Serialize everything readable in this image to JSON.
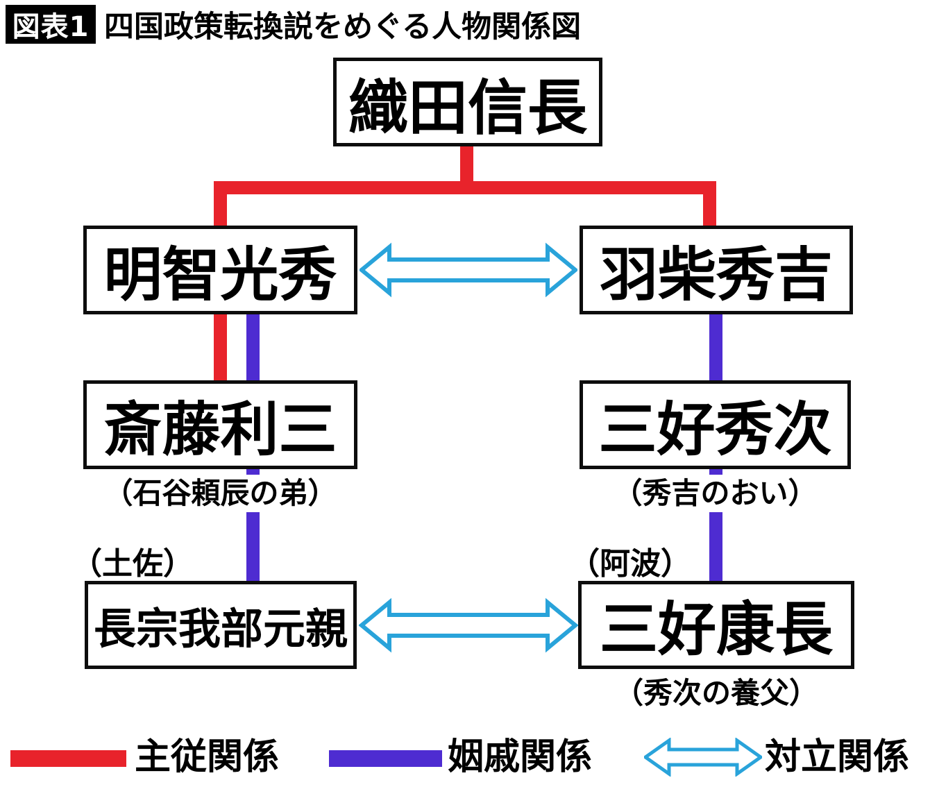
{
  "header": {
    "badge": "図表1",
    "title": "四国政策転換説をめぐる人物関係図"
  },
  "nodes": {
    "oda": {
      "label": "織田信長"
    },
    "akechi": {
      "label": "明智光秀"
    },
    "hashiba": {
      "label": "羽柴秀吉"
    },
    "saito": {
      "label": "斎藤利三",
      "note": "（石谷頼辰の弟）"
    },
    "hidetsugu": {
      "label": "三好秀次",
      "note": "（秀吉のおい）"
    },
    "chosokabe": {
      "label": "長宗我部元親",
      "region": "（土佐）"
    },
    "yasunaga": {
      "label": "三好康長",
      "region": "（阿波）",
      "note": "（秀次の養父）"
    }
  },
  "edges": [
    {
      "from": "織田信長",
      "to": "明智光秀",
      "type": "主従関係"
    },
    {
      "from": "織田信長",
      "to": "羽柴秀吉",
      "type": "主従関係"
    },
    {
      "from": "明智光秀",
      "to": "斎藤利三",
      "type": "主従関係"
    },
    {
      "from": "明智光秀",
      "to": "斎藤利三",
      "type": "姻戚関係"
    },
    {
      "from": "斎藤利三",
      "to": "長宗我部元親",
      "type": "姻戚関係"
    },
    {
      "from": "羽柴秀吉",
      "to": "三好秀次",
      "type": "姻戚関係"
    },
    {
      "from": "三好秀次",
      "to": "三好康長",
      "type": "姻戚関係"
    },
    {
      "from": "明智光秀",
      "to": "羽柴秀吉",
      "type": "対立関係"
    },
    {
      "from": "長宗我部元親",
      "to": "三好康長",
      "type": "対立関係"
    }
  ],
  "legend": {
    "items": [
      {
        "type": "master_servant",
        "label": "主従関係"
      },
      {
        "type": "kinship",
        "label": "姻戚関係"
      },
      {
        "type": "opposition",
        "label": "対立関係"
      }
    ]
  },
  "colors": {
    "master_servant": "#e8232b",
    "kinship": "#4e2cd1",
    "opposition": "#29a3da",
    "box_border": "#0d0d0d",
    "badge_bg": "#000000",
    "badge_text": "#ffffff"
  }
}
